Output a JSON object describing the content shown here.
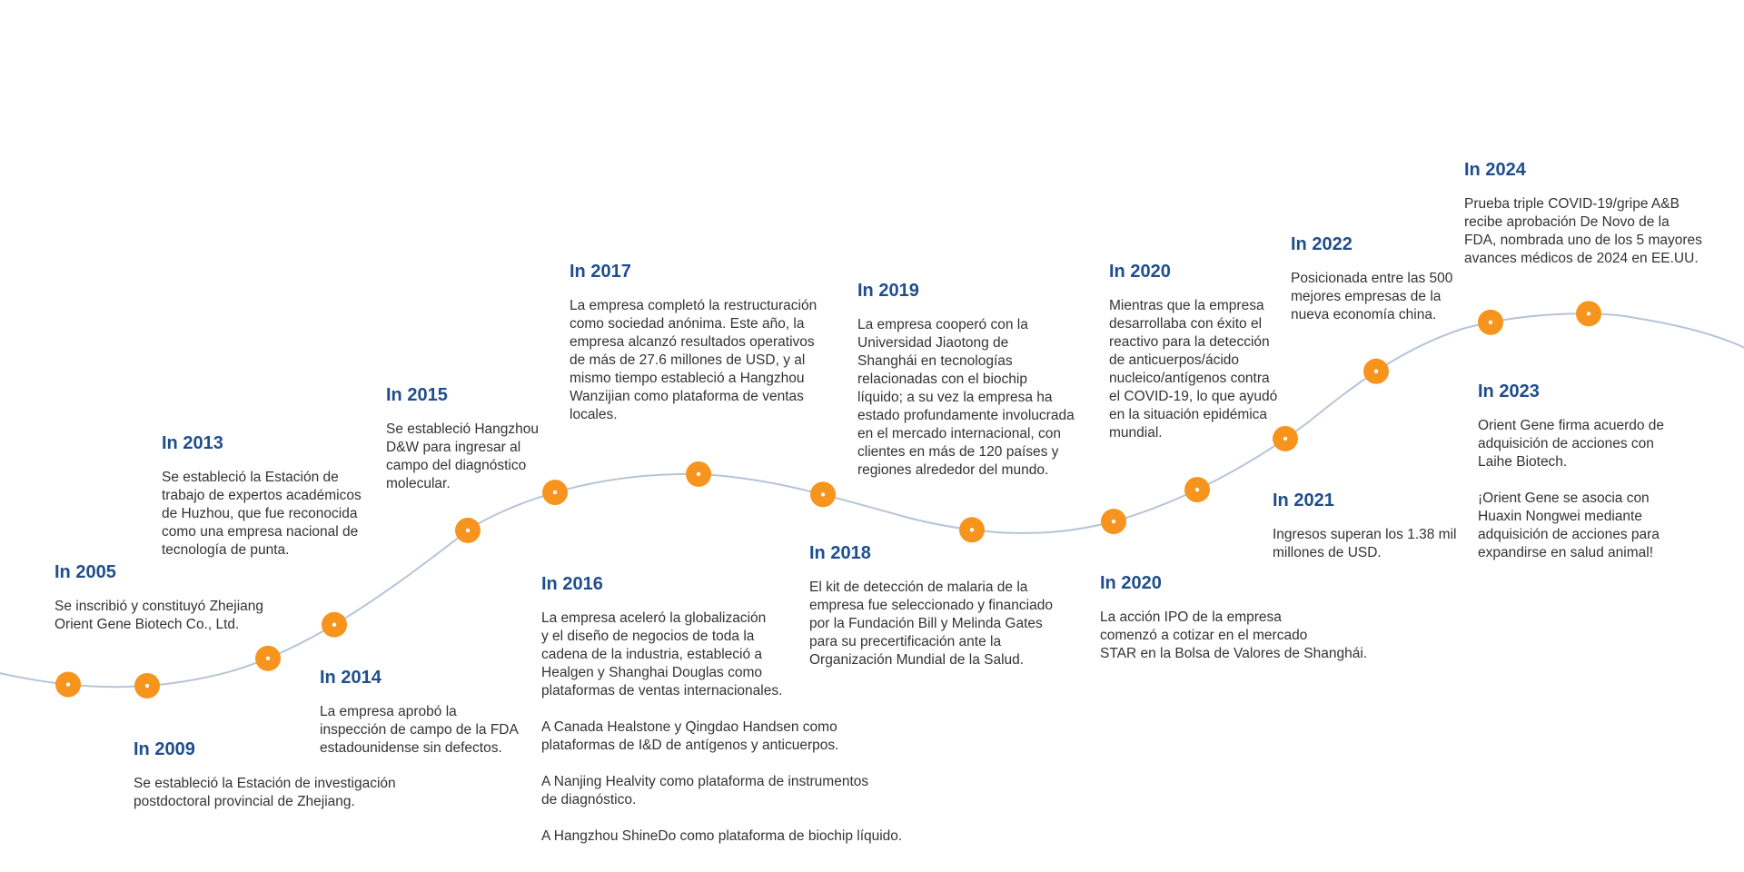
{
  "colors": {
    "heading": "#1f4e8c",
    "text": "#333333",
    "curve": "#b7c4d6",
    "marker": "#f7941d",
    "marker_center": "#ffffff"
  },
  "events": [
    {
      "year": "In 2005",
      "text": "Se inscribió y constituyó Zhejiang\nOrient Gene Biotech Co., Ltd."
    },
    {
      "year": "In 2009",
      "text": "Se estableció la Estación de investigación\npostdoctoral provincial de Zhejiang."
    },
    {
      "year": "In 2013",
      "text": "Se estableció la Estación de\ntrabajo de expertos académicos\nde Huzhou, que fue reconocida\ncomo una empresa nacional de\ntecnología de punta."
    },
    {
      "year": "In 2014",
      "text": "La empresa aprobó la\ninspección de campo de la FDA\nestadounidense sin defectos."
    },
    {
      "year": "In 2015",
      "text": "Se estableció Hangzhou\nD&W para ingresar al\ncampo del diagnóstico\nmolecular."
    },
    {
      "year": "In 2016",
      "text": "La empresa aceleró la globalización\ny el diseño de negocios de toda la\ncadena de la industria, estableció a\nHealgen y Shanghai Douglas como\nplataformas de ventas internacionales.\n\nA Canada Healstone y Qingdao Handsen como\nplataformas de I&D de antígenos y anticuerpos.\n\nA Nanjing Healvity como plataforma de instrumentos\nde diagnóstico.\n\nA Hangzhou ShineDo como plataforma de biochip líquido."
    },
    {
      "year": "In 2017",
      "text": "La empresa completó la restructuración\ncomo sociedad anónima. Este año, la\nempresa alcanzó resultados operativos\nde más de 27.6 millones de USD, y al\nmismo tiempo estableció a Hangzhou\nWanzijian como plataforma de ventas\nlocales."
    },
    {
      "year": "In 2018",
      "text": "El kit de detección de malaria de la\nempresa fue seleccionado y financiado\npor la Fundación Bill y Melinda Gates\npara su precertificación ante la\nOrganización Mundial de la Salud."
    },
    {
      "year": "In 2019",
      "text": "La empresa cooperó con la\nUniversidad Jiaotong de\nShanghái en tecnologías\nrelacionadas con el biochip\nlíquido; a su vez  la empresa ha\nestado profundamente involucrada\nen el mercado internacional, con\nclientes en más de 120 países y\nregiones alrededor del mundo."
    },
    {
      "year": "In 2020",
      "text": "La acción IPO de la empresa\ncomenzó a cotizar en el mercado\nSTAR en la Bolsa de Valores de Shanghái."
    },
    {
      "year": "In 2020",
      "text": "Mientras que la empresa\ndesarrollaba con éxito el\nreactivo para la detección\nde anticuerpos/ácido\nnucleico/antígenos contra\nel COVID-19, lo que ayudó\nen la situación epidémica\nmundial."
    },
    {
      "year": "In 2021",
      "text": "Ingresos superan los 1.38 mil\nmillones de USD."
    },
    {
      "year": "In 2022",
      "text": "Posicionada entre las 500\nmejores empresas de la\nnueva economía china."
    },
    {
      "year": "In 2023",
      "text": "Orient Gene firma acuerdo de\nadquisición de acciones con\nLaihe Biotech.\n\n¡Orient Gene se asocia con\nHuaxin Nongwei mediante\nadquisición de acciones para\nexpandirse en salud animal!"
    },
    {
      "year": "In 2024",
      "text": "Prueba triple COVID-19/gripe A&B\nrecibe aprobación De Novo de la\nFDA, nombrada uno de los 5 mayores\navances médicos de 2024 en EE.UU."
    }
  ]
}
